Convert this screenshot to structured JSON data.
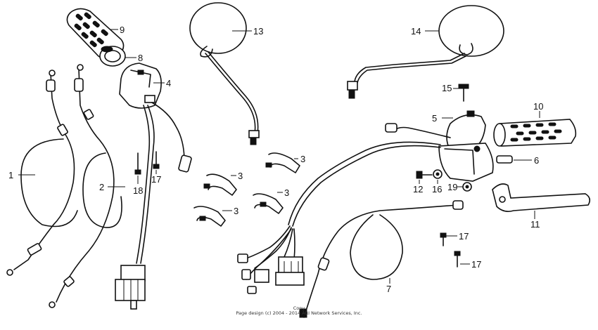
{
  "callouts": [
    {
      "id": "1",
      "label": "1"
    },
    {
      "id": "2",
      "label": "2"
    },
    {
      "id": "3a",
      "label": "3"
    },
    {
      "id": "3b",
      "label": "3"
    },
    {
      "id": "3c",
      "label": "3"
    },
    {
      "id": "3d",
      "label": "3"
    },
    {
      "id": "4",
      "label": "4"
    },
    {
      "id": "5",
      "label": "5"
    },
    {
      "id": "6",
      "label": "6"
    },
    {
      "id": "7",
      "label": "7"
    },
    {
      "id": "8",
      "label": "8"
    },
    {
      "id": "9",
      "label": "9"
    },
    {
      "id": "10",
      "label": "10"
    },
    {
      "id": "11",
      "label": "11"
    },
    {
      "id": "12",
      "label": "12"
    },
    {
      "id": "13",
      "label": "13"
    },
    {
      "id": "14",
      "label": "14"
    },
    {
      "id": "15",
      "label": "15"
    },
    {
      "id": "16",
      "label": "16"
    },
    {
      "id": "17a",
      "label": "17"
    },
    {
      "id": "17b",
      "label": "17"
    },
    {
      "id": "17c",
      "label": "17"
    },
    {
      "id": "18",
      "label": "18"
    },
    {
      "id": "19",
      "label": "19"
    }
  ],
  "copyright": {
    "line1": "Copy",
    "line2": "Page design (c) 2004 - 2014 ARI Network Services, Inc."
  }
}
